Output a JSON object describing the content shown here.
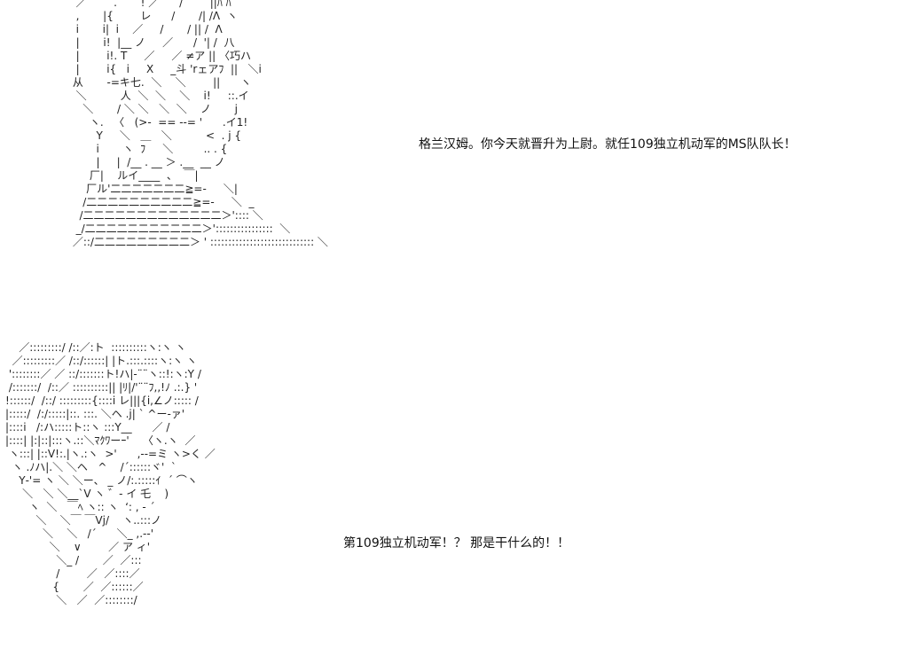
{
  "panels": [
    {
      "ascii_art": "  ／        .       ! ／      /        ||ﾊ ﾊ\n  ,       |{        レ      /       /| /Λ  ヽ\n  i       i|  i    ／     /       / || /  Λ\n  |       i!  |__ ノ     ／      /  '| /  八\n  |        i!. T     ／     ／ ≠ア || 〈巧ハ\n  |        i{   i     X     _斗 'rェアﾌ  ||   ＼i\n 从       -=キ七.  ＼    ＼        ||      ヽ\n  ＼          人  ＼  ＼    ＼    i!     ::.イ\n    ＼       / ＼ ＼   ＼  ＼    ノ       j\n      ヽ.   〈   (>-  == --= '      .イ1!\n        Y     ＼   ＿   ＼          <  . j {\n        i       ヽ  ﾌ     ＼         .. . {\n        |     |  /__ . __ ＞ .__  __ ノ\n      厂|    ルイ____  、  ￣|\n     厂ル'二二二二二二二≧=-     ＼|\n    /二二二二二二二二二二≧=-     ＼  _\n   /二二二二二二二二二二二二二＞':::: ＼\n  _/二二二二二二二二二二二＞'::::::::::::::::  ＼\n ／::/二二二二二二二二二＞ ' ::::::::::::::::::::::::::::: ＼",
      "caption": "格兰汉姆。你今天就晋升为上尉。就任109独立机动军的MS队队长！"
    },
    {
      "ascii_art": "    ／:::::::::/ /::／:ト  ::::::::::ヽ:ヽ ヽ\n  ／:::::::::／ /::/::::::| |ト.:::.::::ヽ:ヽ ヽ\n '::::::::／ ／ ::/:::::::ト!ハ|-¨¨ヽ::!:ヽ:Y /\n /:::::::/  /::／ ::::::::::|| |ﾘ|/'¨¨ﾌ,,!ﾉ .:.} '\n!::::::/  /::/ :::::::::{::::i レ|||{i,∠ノ::::: /\n|:::::/  /:/:::::|::. :::. ＼ヘ .j| ` ^ー-ァ'\n|::::i   /:ハ:::::ト::ヽ :::Y__      ／ /\n|::::| |:|::|:::ヽ.::＼ﾏｸﾜーｰ'    〈ヽ.ヽ  ／\n ヽ:::| |::V!:.|ヽ.:ヽ  >'      ,--=ミ ヽ>く ／\n  ヽ .ﾉハ|.＼ ＼ヘ   ^    /´::::::ヾ'  `\n    Y‐'= ヽ ＼ ＼ー、 _ ノ/:.:::::ｲ  ´ ⌒ヽ\n     ＼   ＼ ＼__`V ヽ ゛‐ イ 乇    )\n       ヽ  ＼   ￣ﾍ ヽ:: ヽ  ‘: , ‐ ´\n         ＼    ＼￣ ￣Vj/    ヽ..:::ノ\n           ＼    ＼   /´      ＼_ ,.-‐'\n             ＼    ∨        ／ ア ィ'\n               ＼_ /       ／  ／:::\n               /        ／  ／::::／\n              {       ／  ／::::::／\n               ＼   ／  ／::::::::/",
      "caption": "第109独立机动军！？ 那是干什么的！！"
    }
  ]
}
